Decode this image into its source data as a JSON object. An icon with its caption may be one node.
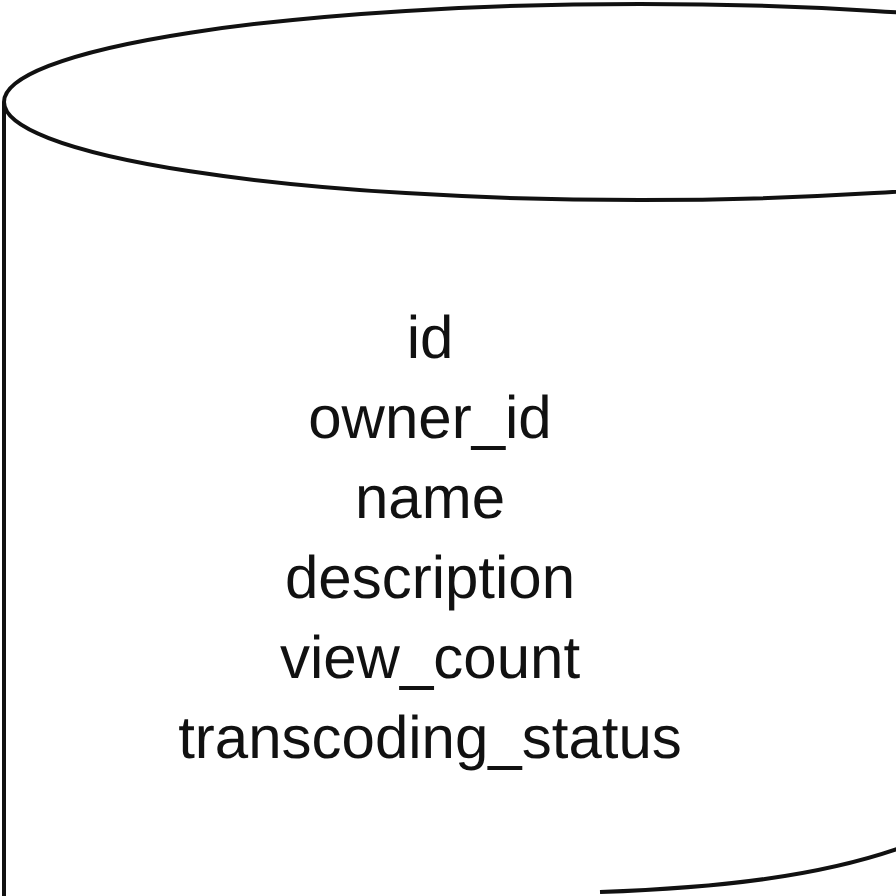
{
  "diagram": {
    "nodes": [
      {
        "text": [
          "id",
          "owner_id",
          "name",
          "description",
          "view_count",
          "transcoding_status"
        ]
      }
    ]
  }
}
